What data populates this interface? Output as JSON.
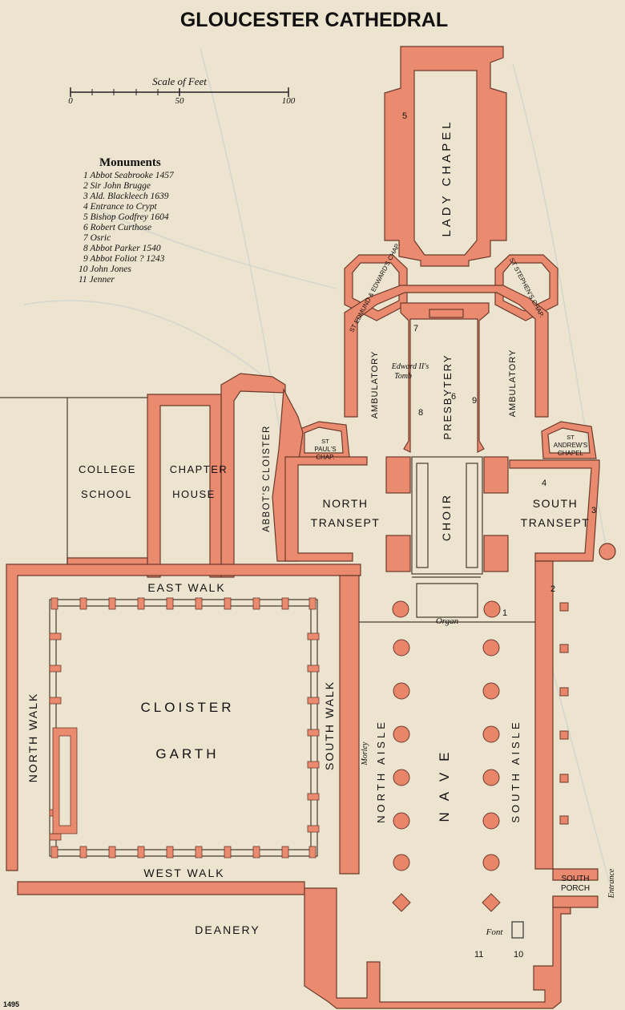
{
  "title": "GLOUCESTER CATHEDRAL",
  "scale": {
    "label": "Scale of Feet",
    "ticks": [
      "0",
      "50",
      "100"
    ]
  },
  "monuments": {
    "heading": "Monuments",
    "items": [
      "1 Abbot Seabrooke 1457",
      "2 Sir John Brugge",
      "3 Ald. Blackleech 1639",
      "4 Entrance to Crypt",
      "5 Bishop Godfrey 1604",
      "6 Robert Curthose",
      "7 Osric",
      "8 Abbot Parker 1540",
      "9 Abbot Foliot ? 1243",
      "10 John Jones",
      "11 Jenner"
    ]
  },
  "labels": {
    "lady_chapel": "LADY CHAPEL",
    "st_edmund": "ST EDMUND & EDWARD'S CHAP.",
    "st_stephen": "ST STEPHEN'S CHAP.",
    "ambulatory": "AMBULATORY",
    "presbytery": "PRESBYTERY",
    "edward_tomb_1": "Edward II's",
    "edward_tomb_2": "Tomb",
    "college": "COLLEGE",
    "school": "SCHOOL",
    "chapter": "CHAPTER",
    "house": "HOUSE",
    "abbots_cloister": "ABBOT'S CLOISTER",
    "st_pauls_1": "ST",
    "st_pauls_2": "PAUL'S",
    "st_pauls_3": "CHAP.",
    "st_andrews_1": "ST",
    "st_andrews_2": "ANDREW'S",
    "st_andrews_3": "CHAPEL",
    "north": "NORTH",
    "transept": "TRANSEPT",
    "south": "SOUTH",
    "choir": "CHOIR",
    "east_walk": "EAST WALK",
    "organ": "Organ",
    "cloister": "CLOISTER",
    "garth": "GARTH",
    "north_walk": "NORTH WALK",
    "south_walk": "SOUTH WALK",
    "north_aisle": "NORTH AISLE",
    "nave": "NAVE",
    "south_aisle": "SOUTH AISLE",
    "morley": "Morley",
    "west_walk": "WEST WALK",
    "deanery": "DEANERY",
    "porch_1": "SOUTH",
    "porch_2": "PORCH",
    "entrance": "Entrance",
    "font": "Font",
    "page_number": "1495"
  },
  "markers": [
    "1",
    "2",
    "3",
    "4",
    "5",
    "6",
    "7",
    "8",
    "9",
    "10",
    "11"
  ],
  "colors": {
    "paper": "#ede4cf",
    "wall": "#ea8a6e",
    "ink": "#111111"
  }
}
